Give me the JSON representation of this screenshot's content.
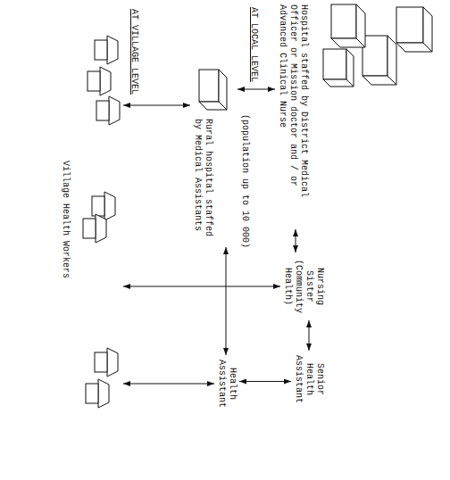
{
  "diagram": {
    "nodes": [
      {
        "text": [
          "Hospital staffed by District Medical Officer or Mission doctor and / or Advanced Clinical Nurse"
        ]
      },
      {
        "text": [
          "Nursing Sister (Community Health)"
        ]
      },
      {
        "text": [
          "Senior Health Assistant"
        ]
      },
      {
        "text": [
          "Rural hospital staffed by Medical Assistants"
        ]
      },
      {
        "text": [
          "Health Assistant"
        ]
      },
      {
        "text": [
          "Village Health Workers"
        ]
      }
    ],
    "edges": [
      {
        "from": 0,
        "to": 1,
        "arrow": "both"
      },
      {
        "from": 1,
        "to": 2,
        "arrow": "both"
      },
      {
        "from": 2,
        "to": 4,
        "arrow": "both"
      },
      {
        "from": 0,
        "to": 3,
        "arrow": "both"
      },
      {
        "from": 3,
        "to": 5,
        "arrow": "both"
      },
      {
        "from": 3,
        "to": 4,
        "arrow": "both"
      },
      {
        "from": 1,
        "to": 5,
        "arrow": "both"
      },
      {
        "from": 4,
        "to": 5,
        "arrow": "both"
      }
    ],
    "labels": [
      "AT LOCAL LEVEL",
      "(population up to 10 000)",
      "AT VILLAGE LEVEL"
    ]
  }
}
